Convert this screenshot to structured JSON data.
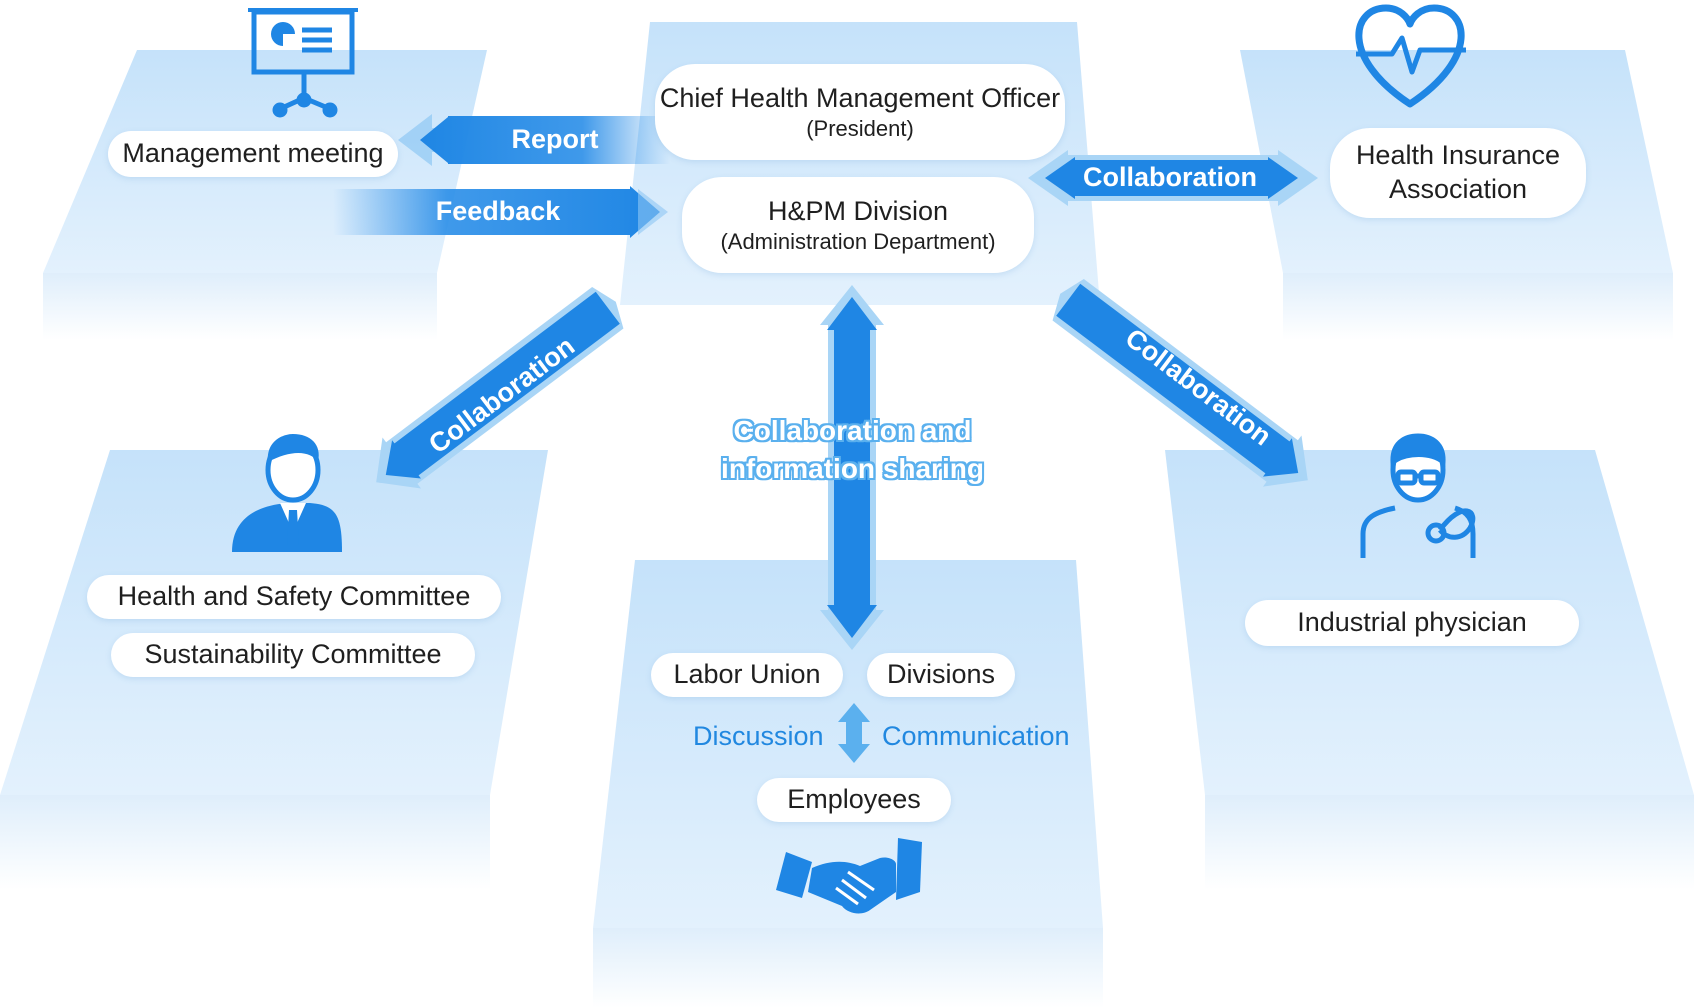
{
  "center": {
    "chief_title": "Chief Health Management Officer",
    "chief_sub": "(President)",
    "division_title": "H&PM Division",
    "division_sub": "(Administration Department)"
  },
  "top_left": {
    "label": "Management meeting"
  },
  "top_right": {
    "label_line1": "Health Insurance",
    "label_line2": "Association"
  },
  "bottom_left": {
    "label1": "Health and Safety Committee",
    "label2": "Sustainability Committee"
  },
  "bottom_right": {
    "label": "Industrial physician"
  },
  "bottom_center": {
    "labor_union": "Labor Union",
    "divisions": "Divisions",
    "discussion": "Discussion",
    "communication": "Communication",
    "employees": "Employees"
  },
  "arrows": {
    "report": "Report",
    "feedback": "Feedback",
    "collab_right": "Collaboration",
    "collab_lower_left": "Collaboration",
    "collab_lower_right": "Collaboration",
    "center_line1": "Collaboration and",
    "center_line2": "information sharing"
  },
  "icons": [
    "presentation-icon",
    "heart-pulse-icon",
    "businessman-icon",
    "doctor-icon",
    "handshake-icon"
  ],
  "colors": {
    "arrow": "#2189e6",
    "panel": "#d3e9fb",
    "text_blue": "#2188e0"
  }
}
